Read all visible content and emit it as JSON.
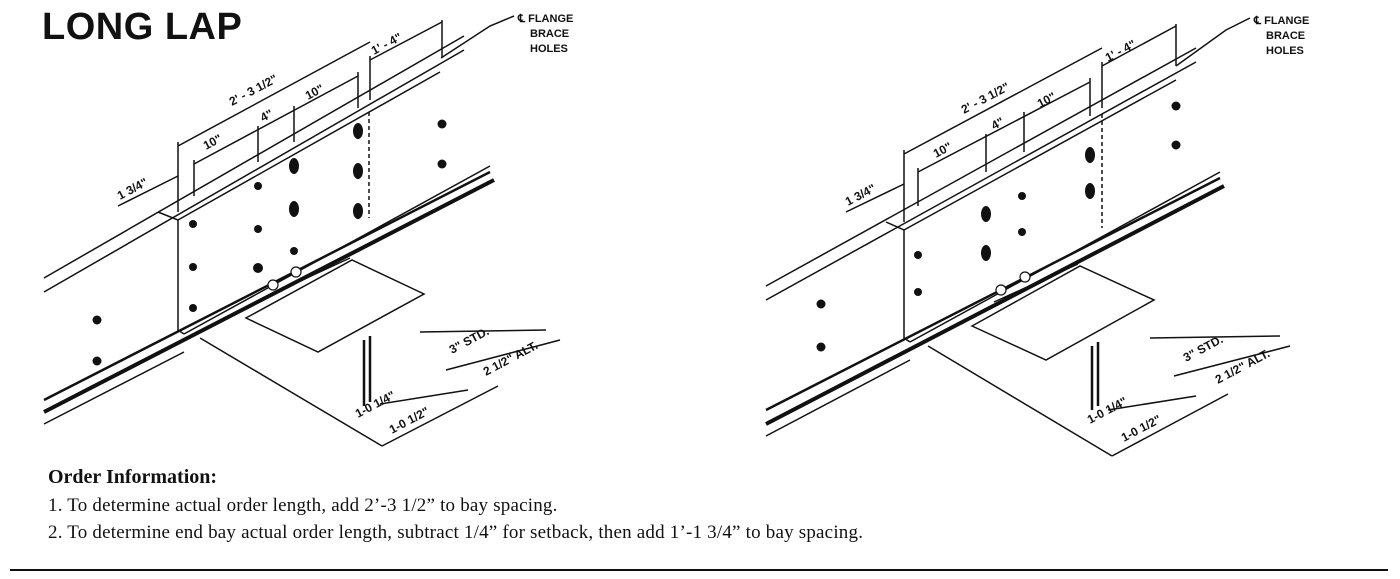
{
  "title": "LONG LAP",
  "callouts": {
    "flange_line1": "℄ FLANGE",
    "flange_line2": "BRACE",
    "flange_line3": "HOLES"
  },
  "dimensions": {
    "overall": "2' - 3 1/2\"",
    "right": "1' - 4\"",
    "ten_a": "10\"",
    "four": "4\"",
    "ten_b": "10\"",
    "edge": "1 3/4\"",
    "std": "3\" STD.",
    "alt": "2 1/2\" ALT.",
    "bottom_a": "1-0  1/4\"",
    "bottom_b": "1-0  1/2\""
  },
  "order_information": {
    "heading": "Order Information:",
    "line1": "1. To determine actual order length, add 2’-3 1/2” to bay spacing.",
    "line2": "2. To determine end bay actual order length, subtract 1/4” for setback, then add 1’-1 3/4” to bay spacing."
  }
}
